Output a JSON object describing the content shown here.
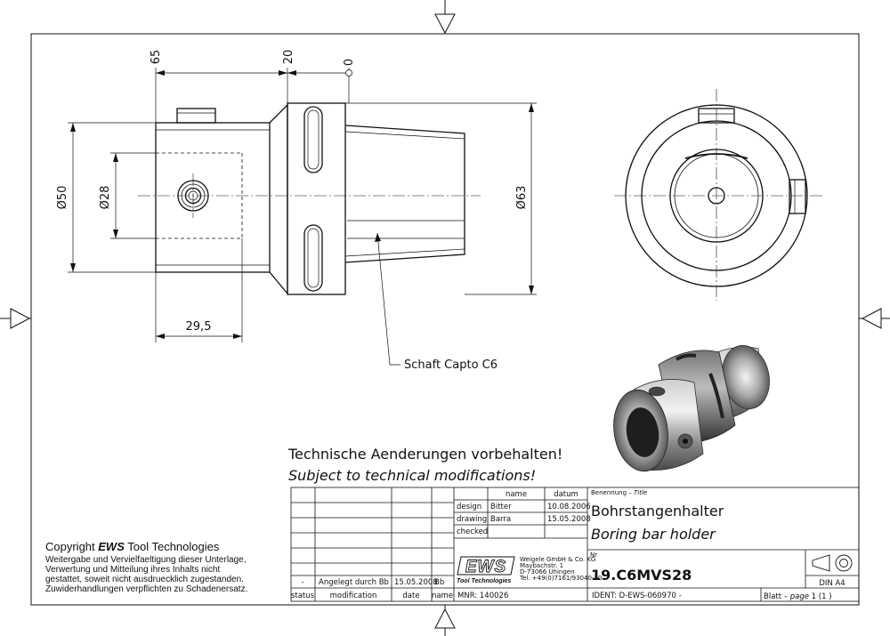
{
  "notes": {
    "change_de": "Technische Aenderungen vorbehalten!",
    "change_en": "Subject to technical modifications!",
    "shaft_label": "Schaft Capto C6"
  },
  "dimensions": {
    "d50": "Ø50",
    "d28": "Ø28",
    "d63": "Ø63",
    "x65": "65",
    "x20": "20",
    "x0": "0",
    "w295": "29,5"
  },
  "copyright": {
    "line0_prefix": "Copyright ",
    "line0_brand": "EWS",
    "line0_suffix": " Tool Technologies",
    "line1": "Weitergabe und Vervielfaeltigung dieser Unterlage,",
    "line2": "Verwertung und Mitteilung ihres Inhalts nicht",
    "line3": "gestattet, soweit nicht ausdruecklich zugestanden.",
    "line4": "Zuwiderhandlungen verpflichten zu Schadenersatz."
  },
  "title_block": {
    "rev_status": "-",
    "rev_modification": "Angelegt durch Bb",
    "rev_date": "15.05.2008",
    "rev_name": "Bb",
    "col_status": "status",
    "col_modification": "modification",
    "col_date": "date",
    "col_name": "name",
    "hdr_name": "name",
    "hdr_datum": "datum",
    "design_label": "design",
    "design_name": "Bitter",
    "design_date": "10.08.2006",
    "drawing_label": "drawing",
    "drawing_name": "Barra",
    "drawing_date": "15.05.2008",
    "checked_label": "checked",
    "logo_text": "EWS",
    "logo_sub": "Tool Technologies",
    "company1": "Weigele GmbH & Co. KG",
    "company2": "Maybachstr. 1",
    "company3": "D-73066 Uhingen",
    "company4": "Tel. +49(0)7161/93040-10",
    "mnr": "MNR: 140026",
    "benennung_label": "Benennung –",
    "title_label": "Title",
    "title_de": "Bohrstangenhalter",
    "title_en": "Boring bar holder",
    "nr_label": "Nr",
    "part_no": "19.C6MVS28",
    "format": "DIN A4",
    "ident": "IDENT: D-EWS-060970 -",
    "blatt_label": "Blatt –",
    "page_label": "page",
    "page_value": "1 (1 )"
  }
}
